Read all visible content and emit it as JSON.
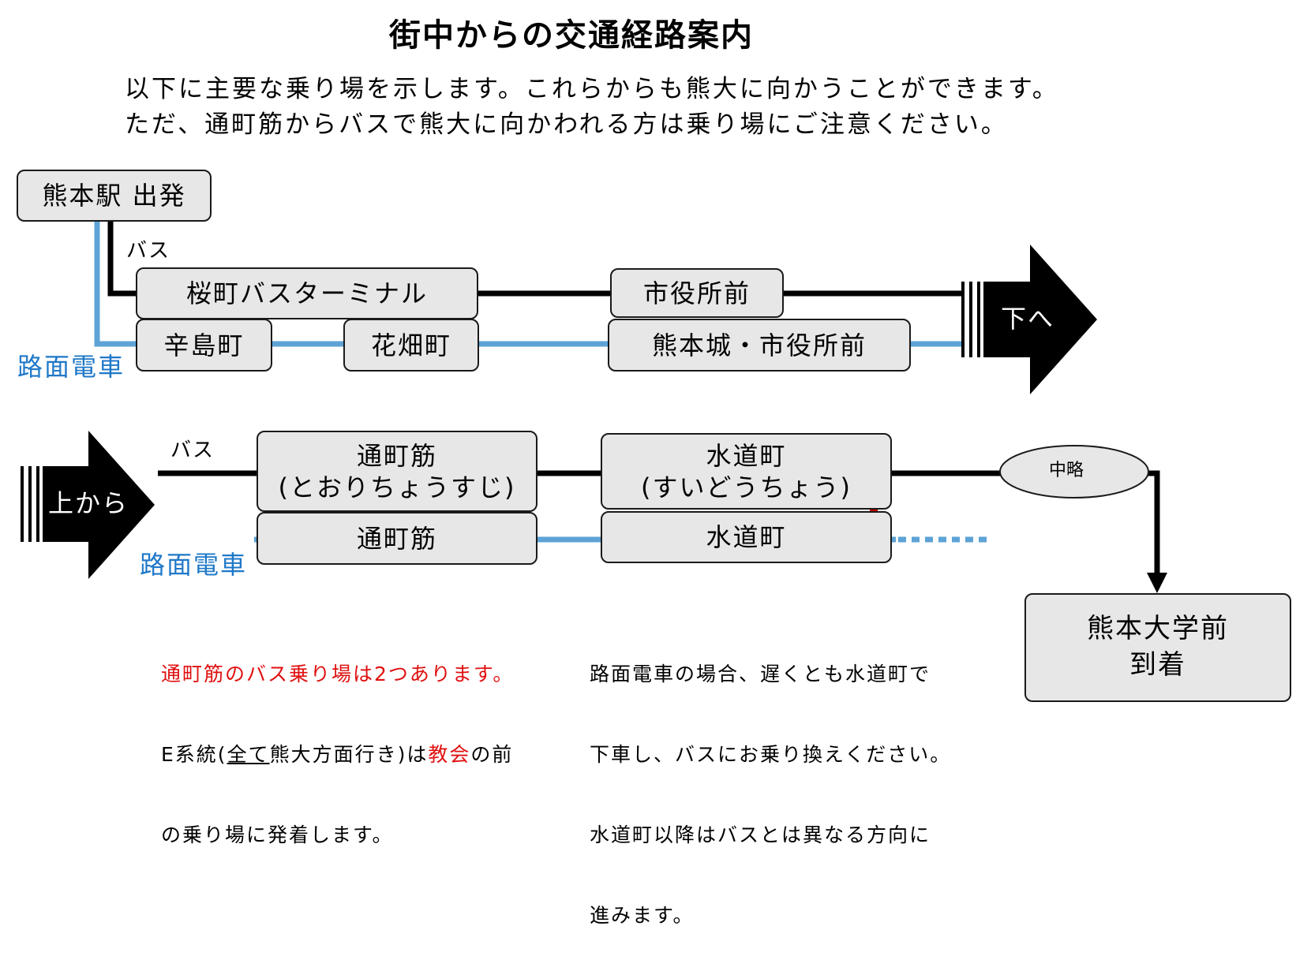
{
  "title": "街中からの交通経路案内",
  "intro": [
    "以下に主要な乗り場を示します。これらからも熊大に向かうことができます。",
    "ただ、通町筋からバスで熊大に向かわれる方は乗り場にご注意ください。"
  ],
  "colors": {
    "bus_line": "#000000",
    "tram_line": "#5da3d6",
    "tram_label": "#1f78c8",
    "box_fill": "#e7e7e7",
    "highlight_red": "#e01010",
    "transfer_arrow": "#c00000"
  },
  "section1": {
    "start": "熊本駅 出発",
    "bus_label": "バス",
    "tram_label": "路面電車",
    "bus_stops": [
      "桜町バスターミナル",
      "市役所前"
    ],
    "tram_stops": [
      "辛島町",
      "花畑町",
      "熊本城・市役所前"
    ],
    "continue_label": "下へ"
  },
  "section2": {
    "from_label": "上から",
    "bus_label": "バス",
    "tram_label": "路面電車",
    "bus_stop_1": {
      "name": "通町筋",
      "reading": "(とおりちょうすじ)"
    },
    "bus_stop_2": {
      "name": "水道町",
      "reading": "(すいどうちょう)"
    },
    "tram_stops": [
      "通町筋",
      "水道町"
    ],
    "omitted_label": "中略",
    "destination": [
      "熊本大学前",
      "到着"
    ]
  },
  "notes": {
    "left": {
      "line1": "通町筋のバス乗り場は2つあります。",
      "line2_a": "E系統(",
      "line2_b": "全て",
      "line2_c": "熊大方面行き)は",
      "line2_d": "教会",
      "line2_e": "の前",
      "line3": "の乗り場に発着します。"
    },
    "right": [
      "路面電車の場合、遅くとも水道町で",
      "下車し、バスにお乗り換えください。",
      "水道町以降はバスとは異なる方向に",
      "進みます。"
    ]
  }
}
